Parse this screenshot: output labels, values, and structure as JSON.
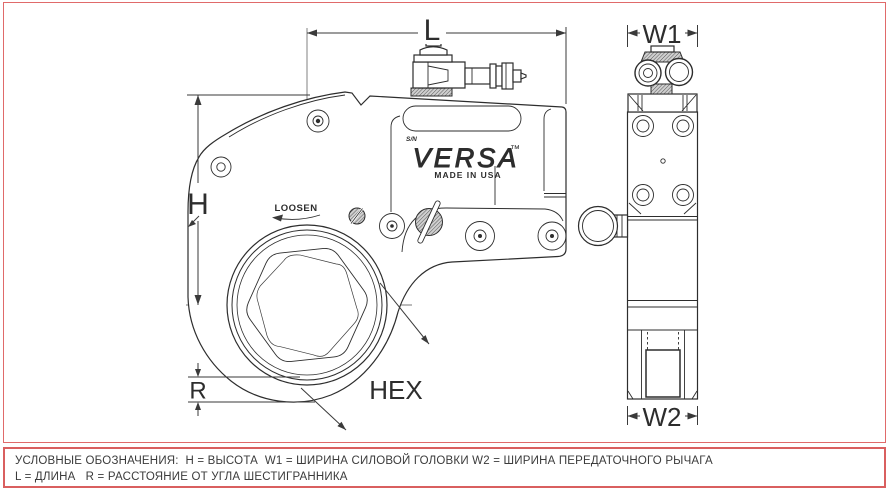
{
  "colors": {
    "frame_red": "#e06a6a",
    "legend_border_red": "#d95f5f",
    "line_dark": "#2d2d2d",
    "text_gray": "#3b3b3b"
  },
  "drawing": {
    "brand": {
      "name": "VERSA",
      "trademark": "™",
      "origin": "MADE  IN  USA",
      "serial_label": "S/N"
    },
    "rotation_label": "LOOSEN",
    "dimensions": {
      "length": "L",
      "head_width": "W1",
      "height": "H",
      "hex_offset": "R",
      "hex_size": "HEX",
      "arm_width": "W2"
    }
  },
  "legend": {
    "line1": "УСЛОВНЫЕ ОБОЗНАЧЕНИЯ:  H = ВЫСОТА  W1 = ШИРИНА СИЛОВОЙ ГОЛОВКИ W2 = ШИРИНА ПЕРЕДАТОЧНОГО РЫЧАГА",
    "line2": "L = ДЛИНА   R = РАССТОЯНИЕ ОТ УГЛА ШЕСТИГРАННИКА"
  }
}
